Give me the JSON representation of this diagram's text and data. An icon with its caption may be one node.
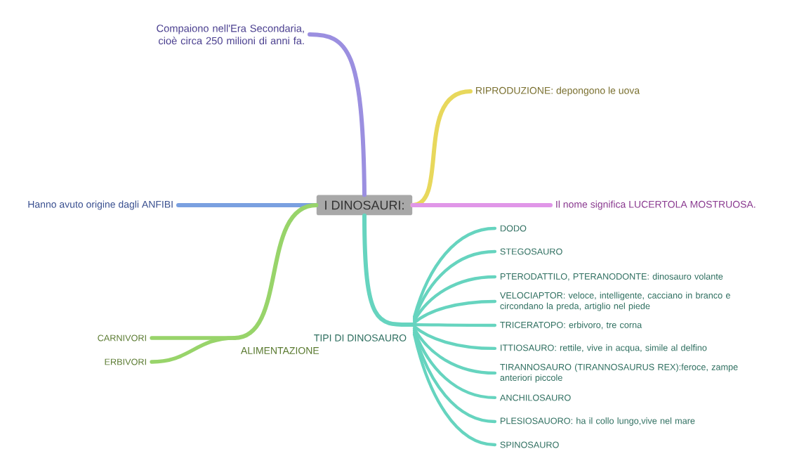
{
  "diagram": {
    "nodes": [
      {
        "text": [
          "I DINOSAURI:"
        ]
      },
      {
        "text": [
          "Compaiono nell'Era Secondaria, cioè circa 250 milioni di anni fa."
        ]
      },
      {
        "text": [
          "RIPRODUZIONE: depongono le uova"
        ]
      },
      {
        "text": [
          "Il nome significa LUCERTOLA MOSTRUOSA."
        ]
      },
      {
        "text": [
          "Hanno avuto origine dagli ANFIBI"
        ]
      },
      {
        "text": [
          "ALIMENTAZIONE"
        ]
      },
      {
        "text": [
          "CARNIVORI"
        ]
      },
      {
        "text": [
          "ERBIVORI"
        ]
      },
      {
        "text": [
          "TIPI DI DINOSAURO"
        ]
      },
      {
        "text": [
          "DODO"
        ]
      },
      {
        "text": [
          "STEGOSAURO"
        ]
      },
      {
        "text": [
          "PTERODATTILO, PTERANODONTE: dinosauro volante"
        ]
      },
      {
        "text": [
          "VELOCIAPTOR: veloce, intelligente, cacciano in branco e circondano la preda, artiglio nel piede"
        ]
      },
      {
        "text": [
          "TRICERATOPO: erbivoro, tre corna"
        ]
      },
      {
        "text": [
          "ITTIOSAURO: rettile, vive in acqua, simile al delfino"
        ]
      },
      {
        "text": [
          "TIRANNOSAURO (TIRANNOSAURUS REX):feroce, zampe anteriori piccole"
        ]
      },
      {
        "text": [
          "ANCHILOSAURO"
        ]
      },
      {
        "text": [
          "PLESIOSAUORO: ha il collo lungo,vive nel mare"
        ]
      },
      {
        "text": [
          "SPINOSAURO"
        ]
      }
    ],
    "edges": [
      {
        "from": 0,
        "to": 1,
        "arrow": "none",
        "color": "#9b8fe0"
      },
      {
        "from": 0,
        "to": 2,
        "arrow": "none",
        "color": "#e8d85c"
      },
      {
        "from": 0,
        "to": 3,
        "arrow": "none",
        "color": "#e096e8"
      },
      {
        "from": 0,
        "to": 4,
        "arrow": "none",
        "color": "#7aa0e0"
      },
      {
        "from": 0,
        "to": 5,
        "arrow": "none",
        "color": "#98d46a"
      },
      {
        "from": 5,
        "to": 6,
        "arrow": "none",
        "color": "#98d46a"
      },
      {
        "from": 5,
        "to": 7,
        "arrow": "none",
        "color": "#98d46a"
      },
      {
        "from": 0,
        "to": 8,
        "arrow": "none"
      },
      {
        "from": 8,
        "to": 9,
        "arrow": "none"
      },
      {
        "from": 8,
        "to": 10,
        "arrow": "none"
      },
      {
        "from": 8,
        "to": 11,
        "arrow": "none"
      },
      {
        "from": 8,
        "to": 12,
        "arrow": "none"
      },
      {
        "from": 8,
        "to": 13,
        "arrow": "none"
      },
      {
        "from": 8,
        "to": 14,
        "arrow": "none"
      },
      {
        "from": 8,
        "to": 15,
        "arrow": "none"
      },
      {
        "from": 8,
        "to": 16,
        "arrow": "none"
      },
      {
        "from": 8,
        "to": 17,
        "arrow": "none"
      },
      {
        "from": 8,
        "to": 18,
        "arrow": "none"
      }
    ]
  }
}
